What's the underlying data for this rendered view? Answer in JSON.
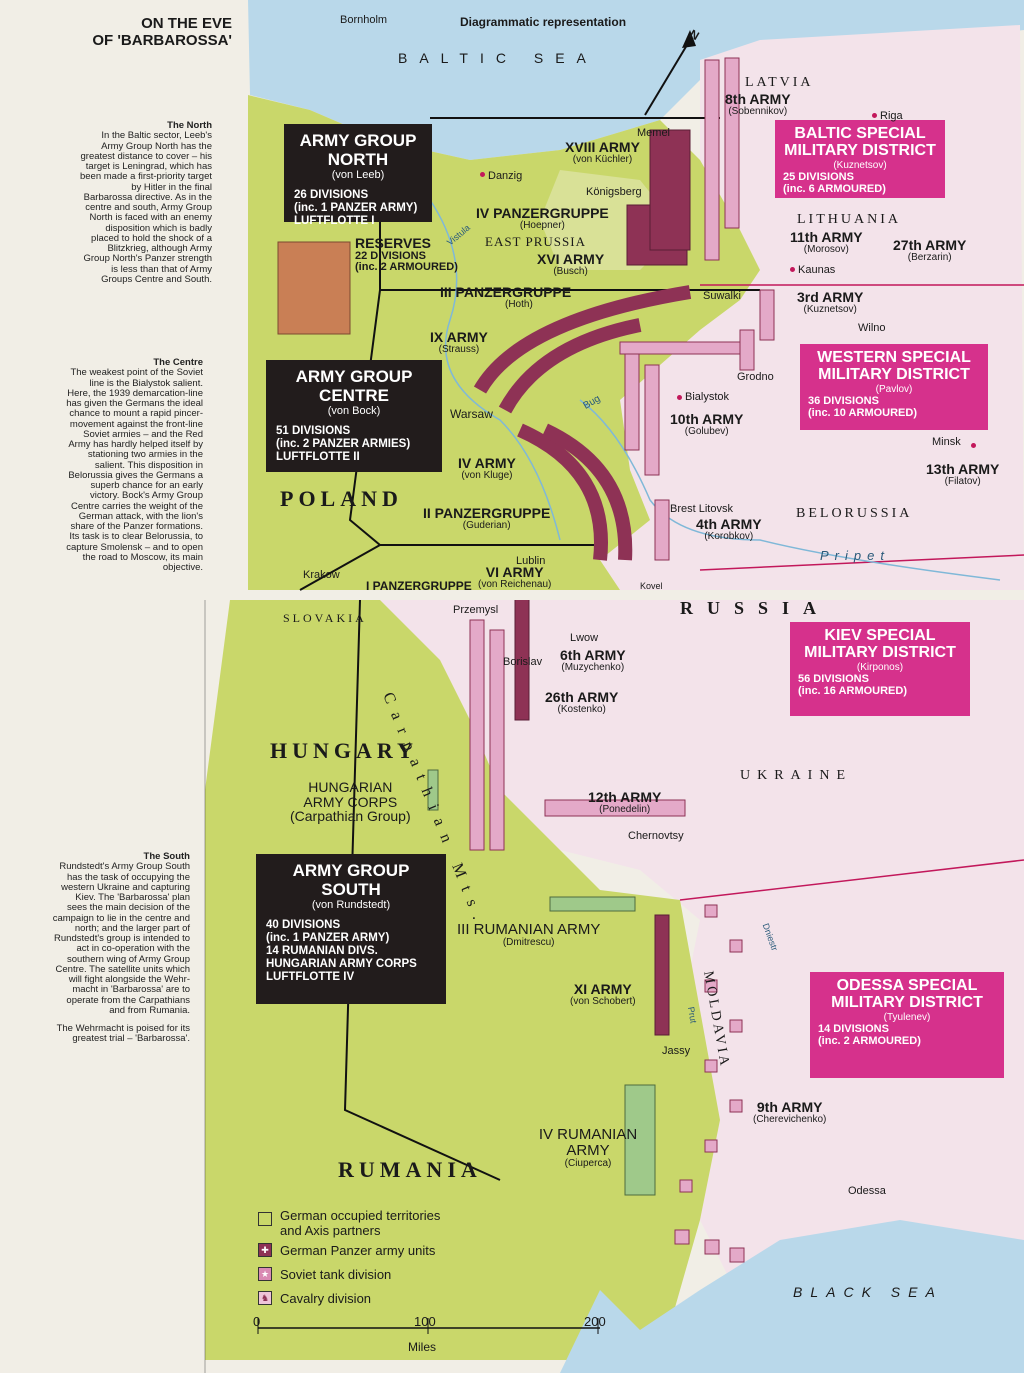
{
  "page_title": [
    "ON THE EVE",
    "OF 'BARBAROSSA'"
  ],
  "subtitle": "Diagrammatic representation",
  "sidebar": {
    "north_head": "The North",
    "north_lines": [
      "In the Baltic sector, Leeb's",
      "Army Group North has the",
      "greatest distance to cover – his",
      "target is Leningrad, which has",
      "been made a first-priority target",
      "by Hitler in the final",
      "Barbarossa directive. As in the",
      "centre and south, Army Group",
      "North is faced with an enemy",
      "disposition which is badly",
      "placed to hold the shock of a",
      "Blitzkrieg, although Army",
      "Group North's Panzer strength",
      "is less than that of Army",
      "Groups Centre and South."
    ],
    "centre_head": "The Centre",
    "centre_lines": [
      "The weakest point of the Soviet",
      "line is the Bialystok salient.",
      "Here, the 1939 demarcation-line",
      "has given the Germans the ideal",
      "chance to mount a rapid pincer-",
      "movement against the front-line",
      "Soviet armies – and the Red",
      "Army has hardly helped itself by",
      "stationing two armies in the",
      "salient. This disposition in",
      "Belorussia gives the Germans a",
      "superb chance for an early",
      "victory. Bock's Army Group",
      "Centre carries the weight of the",
      "German attack, with the lion's",
      "share of the Panzer formations.",
      "Its task is to clear Belorussia, to",
      "capture Smolensk – and to open",
      "the road to Moscow, its main",
      "objective."
    ],
    "south_head": "The South",
    "south_lines": [
      "Rundstedt's Army Group South",
      "has the task of occupying the",
      "western Ukraine and capturing",
      "Kiev. The 'Barbarossa' plan",
      "sees the main decision of the",
      "campaign to lie in the centre and",
      "north; and the larger part of",
      "Rundstedt's group is intended to",
      "act in co-operation with the",
      "southern wing of Army Group",
      "Centre. The satellite units which",
      "will fight alongside the Wehr-",
      "macht in 'Barbarossa' are to",
      "operate from the Carpathians",
      "and from Rumania."
    ],
    "closing_lines": [
      "The Wehrmacht is poised for its",
      "greatest trial – 'Barbarossa'."
    ]
  },
  "german_groups": {
    "north": {
      "title": [
        "ARMY GROUP",
        "NORTH"
      ],
      "commander": "(von Leeb)",
      "details": [
        "26 DIVISIONS",
        "(inc. 1 PANZER ARMY)",
        "LUFTFLOTTE I"
      ]
    },
    "centre": {
      "title": [
        "ARMY GROUP",
        "CENTRE"
      ],
      "commander": "(von Bock)",
      "details": [
        "51 DIVISIONS",
        "(inc. 2 PANZER ARMIES)",
        "LUFTFLOTTE II"
      ]
    },
    "south": {
      "title": [
        "ARMY GROUP",
        "SOUTH"
      ],
      "commander": "(von Rundstedt)",
      "details": [
        "40 DIVISIONS",
        "(inc. 1 PANZER ARMY)",
        "14 RUMANIAN DIVS.",
        "HUNGARIAN ARMY CORPS",
        "LUFTFLOTTE IV"
      ]
    }
  },
  "soviet_districts": {
    "baltic": {
      "title": [
        "BALTIC SPECIAL",
        "MILITARY DISTRICT"
      ],
      "commander": "(Kuznetsov)",
      "details": [
        "25 DIVISIONS",
        "(inc. 6 ARMOURED)"
      ]
    },
    "western": {
      "title": [
        "WESTERN SPECIAL",
        "MILITARY DISTRICT"
      ],
      "commander": "(Pavlov)",
      "details": [
        "36 DIVISIONS",
        "(inc. 10 ARMOURED)"
      ]
    },
    "kiev": {
      "title": [
        "KIEV SPECIAL",
        "MILITARY DISTRICT"
      ],
      "commander": "(Kirponos)",
      "details": [
        "56 DIVISIONS",
        "(inc. 16 ARMOURED)"
      ]
    },
    "odessa": {
      "title": [
        "ODESSA SPECIAL",
        "MILITARY DISTRICT"
      ],
      "commander": "(Tyulenev)",
      "details": [
        "14 DIVISIONS",
        "(inc. 2 ARMOURED)"
      ]
    }
  },
  "reserves": {
    "title": "RESERVES",
    "details": [
      "22 DIVISIONS",
      "(inc. 2 ARMOURED)"
    ]
  },
  "armies": [
    {
      "name": "8th ARMY",
      "cmd": "(Sobennikov)"
    },
    {
      "name": "XVIII ARMY",
      "cmd": "(von Küchler)"
    },
    {
      "name": "IV PANZERGRUPPE",
      "cmd": "(Hoepner)"
    },
    {
      "name": "XVI ARMY",
      "cmd": "(Busch)"
    },
    {
      "name": "11th ARMY",
      "cmd": "(Morosov)"
    },
    {
      "name": "27th ARMY",
      "cmd": "(Berzarin)"
    },
    {
      "name": "III PANZERGRUPPE",
      "cmd": "(Hoth)"
    },
    {
      "name": "3rd ARMY",
      "cmd": "(Kuznetsov)"
    },
    {
      "name": "IX ARMY",
      "cmd": "(Strauss)"
    },
    {
      "name": "10th ARMY",
      "cmd": "(Golubev)"
    },
    {
      "name": "IV ARMY",
      "cmd": "(von Kluge)"
    },
    {
      "name": "II PANZERGRUPPE",
      "cmd": "(Guderian)"
    },
    {
      "name": "4th ARMY",
      "cmd": "(Korobkov)"
    },
    {
      "name": "13th ARMY",
      "cmd": "(Filatov)"
    },
    {
      "name": "VI ARMY",
      "cmd": "(von Reichenau)"
    },
    {
      "name": "6th ARMY",
      "cmd": "(Muzychenko)"
    },
    {
      "name": "26th ARMY",
      "cmd": "(Kostenko)"
    },
    {
      "name": "12th ARMY",
      "cmd": "(Ponedelin)"
    },
    {
      "name": "III RUMANIAN ARMY",
      "cmd": "(Dmitrescu)"
    },
    {
      "name": "XI ARMY",
      "cmd": "(von Schobert)"
    },
    {
      "name": "IV RUMANIAN ARMY",
      "cmd": "(Ciuperca)"
    },
    {
      "name": "9th ARMY",
      "cmd": "(Cherevichenko)"
    }
  ],
  "hungarian_corps": [
    "HUNGARIAN",
    "ARMY CORPS",
    "(Carpathian Group)"
  ],
  "panzergruppe_i": "I PANZERGRUPPE",
  "countries": {
    "poland": "POLAND",
    "russia": "RUSSIA",
    "hungary": "HUNGARY",
    "rumania": "RUMANIA"
  },
  "regions": {
    "latvia": "LATVIA",
    "lithuania": "LITHUANIA",
    "east_prussia": "EAST PRUSSIA",
    "belorussia": "BELORUSSIA",
    "ukraine": "UKRAINE",
    "moldavia": "MOLDAVIA",
    "slovakia": "SLOVAKIA",
    "carpathian": "Carpathian Mts."
  },
  "seas": {
    "baltic": "BALTIC SEA",
    "black": "BLACK SEA"
  },
  "rivers": {
    "vistula": "Vistula",
    "bug": "Bug",
    "pripet": "Pripet",
    "prut": "Prut",
    "dniestr": "Dniestr"
  },
  "cities": {
    "bornholm": "Bornholm",
    "riga": "Riga",
    "memel": "Memel",
    "danzig": "Danzig",
    "konigsberg": "Königsberg",
    "kaunas": "Kaunas",
    "suwalki": "Suwalki",
    "wilno": "Wilno",
    "grodno": "Grodno",
    "bialystok": "Bialystok",
    "warsaw": "Warsaw",
    "minsk": "Minsk",
    "brest": "Brest Litovsk",
    "lublin": "Lublin",
    "krakow": "Krakow",
    "przemysl": "Przemysl",
    "lwow": "Lwow",
    "borislav": "Borislav",
    "chernovtsy": "Chernovtsy",
    "jassy": "Jassy",
    "odessa": "Odessa",
    "kovel": "Kovel"
  },
  "legend": [
    {
      "label": "German occupied territories",
      "label2": "and Axis partners",
      "color": "#c9d76a"
    },
    {
      "label": "German Panzer army units",
      "color": "#8e3255"
    },
    {
      "label": "Soviet tank division",
      "color": "#d98ab3"
    },
    {
      "label": "Cavalry division",
      "color": "#eec3d8"
    }
  ],
  "scale": {
    "ticks": [
      "0",
      "100",
      "200"
    ],
    "unit": "Miles"
  },
  "north_arrow": "N",
  "colors": {
    "german": "#c9d76a",
    "soviet": "#f3e3ea",
    "sea": "#b9d8ea",
    "panzer": "#8e3255",
    "soviet_unit": "#d98ab3",
    "pink_box": "#d6318c",
    "dark_box": "#221c1c",
    "rumanian": "#9fc98a"
  }
}
